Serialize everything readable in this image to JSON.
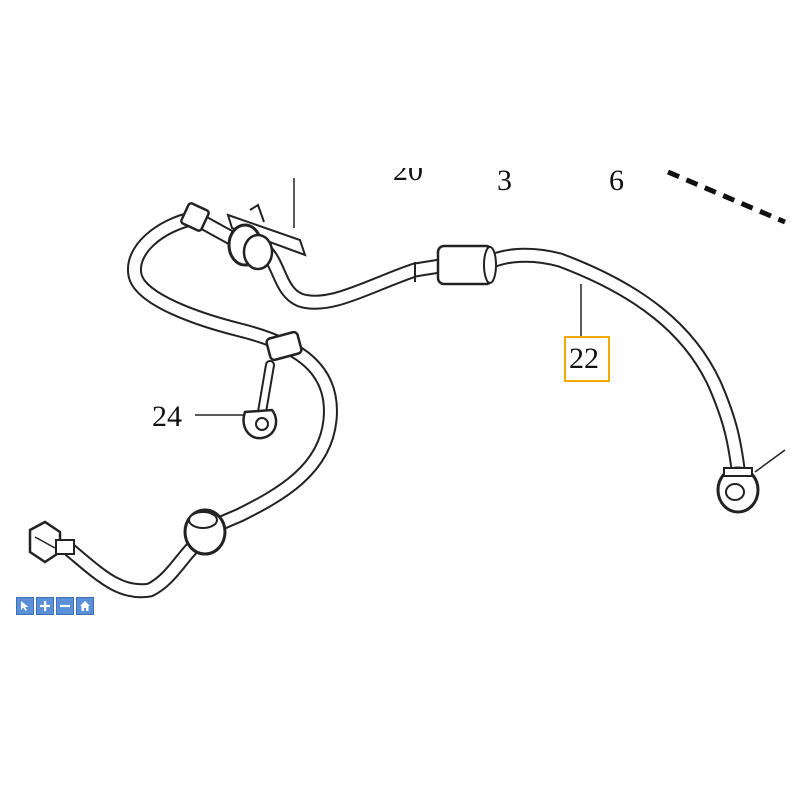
{
  "callouts": {
    "c20": "20",
    "c3": "3",
    "c6": "6",
    "c22": "22",
    "c24": "24"
  },
  "highlight_color": "#f2a900",
  "toolbar": {
    "buttons": [
      "select-icon",
      "zoom-in-icon",
      "zoom-out-icon",
      "home-icon"
    ],
    "accent": "#5b8fd8"
  }
}
